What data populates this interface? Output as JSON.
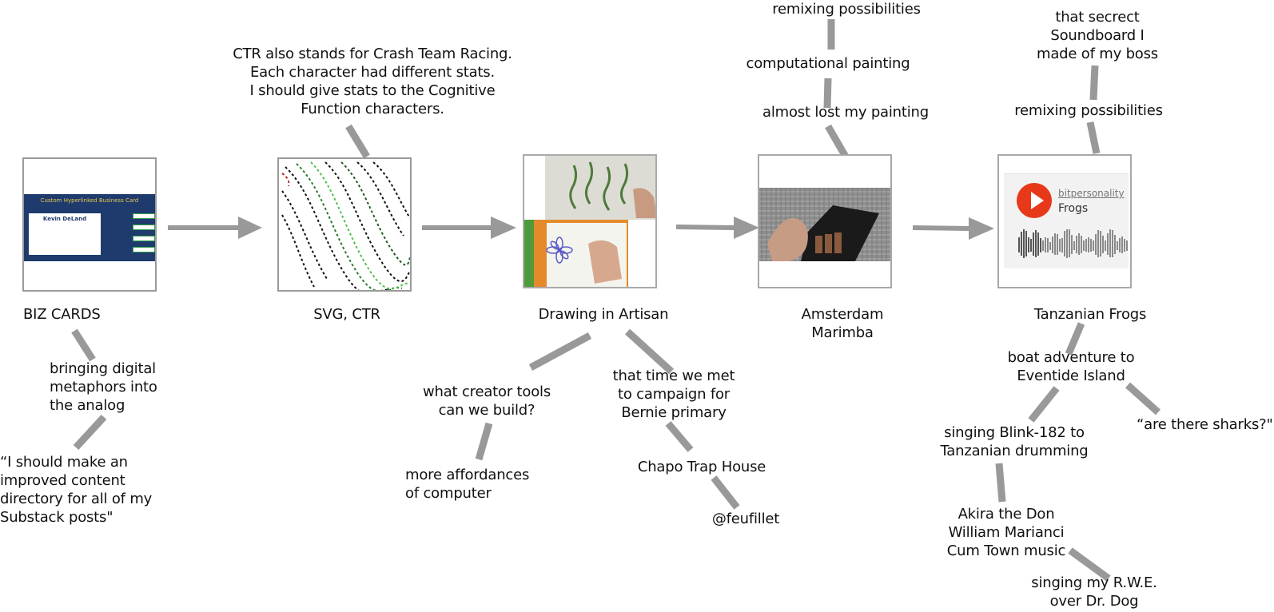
{
  "nodes": {
    "biz_cards": "BIZ CARDS",
    "svg_ctr": "SVG, CTR",
    "drawing": "Drawing in Artisan",
    "amsterdam": "Amsterdam\nMarimba",
    "frogs": "Tanzanian Frogs"
  },
  "notes": {
    "ctr": "CTR also stands for Crash Team Racing.\nEach character had different stats.\nI should give stats to the Cognitive\nFunction characters.",
    "digital_metaphors": "bringing digital\nmetaphors into\nthe analog",
    "substack": "“I should make an\nimproved content\ndirectory for all of my\nSubstack posts\"",
    "creator_tools": "what creator tools\ncan we build?",
    "affordances": "more affordances\nof computer",
    "bernie": "that time we met\nto campaign for\nBernie primary",
    "chapo": "Chapo Trap House",
    "feufillet": "@feufillet",
    "remixing_a": "remixing possibilities",
    "comp_painting": "computational painting",
    "lost_painting": "almost lost my painting",
    "soundboard": "that secrect\nSoundboard I\nmade of my boss",
    "remixing_b": "remixing possibilities",
    "boat": "boat adventure to\nEventide Island",
    "sharks": "“are there sharks?\"",
    "blink": "singing Blink-182 to\nTanzanian drumming",
    "akira": "Akira the Don\nWilliam Marianci\nCum Town music",
    "rwe": "singing my R.W.E.\nover Dr. Dog"
  },
  "thumbnails": {
    "biz_title": "Custom Hyperlinked Business Card",
    "biz_name": "Kevin DeLand",
    "sc_user": "bitpersonality",
    "sc_track": "Frogs"
  },
  "colors": {
    "connector": "#999999",
    "card_border": "#9a9a9a",
    "biz_band": "#1f3b6e",
    "sc_play": "#e8381a"
  }
}
